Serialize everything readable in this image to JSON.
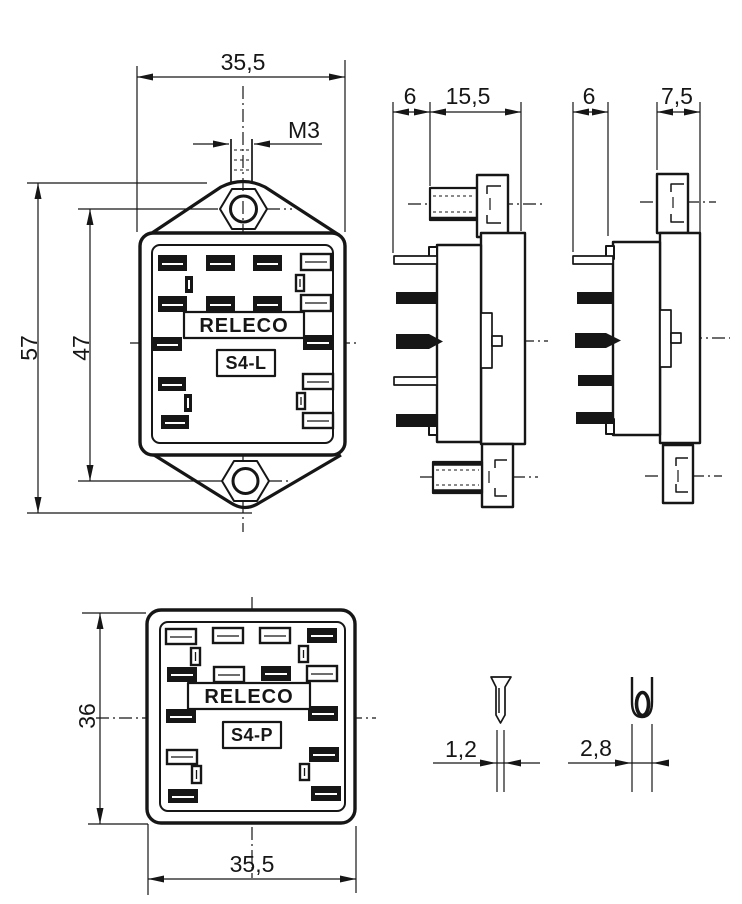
{
  "labels": {
    "brand_front": "RELECO",
    "model_front": "S4-L",
    "brand_bottom": "RELECO",
    "model_bottom": "S4-P"
  },
  "dims": {
    "front_width": "35,5",
    "front_thread": "M3",
    "front_overall_height": "57",
    "front_hole_spacing": "47",
    "side_left_pin_length": "6",
    "side_left_depth": "15,5",
    "side_right_pin_length": "6",
    "side_right_flange_depth": "7,5",
    "bottom_height": "36",
    "bottom_width": "35,5",
    "detail_pin_width": "1,2",
    "detail_blade_width": "2,8"
  }
}
